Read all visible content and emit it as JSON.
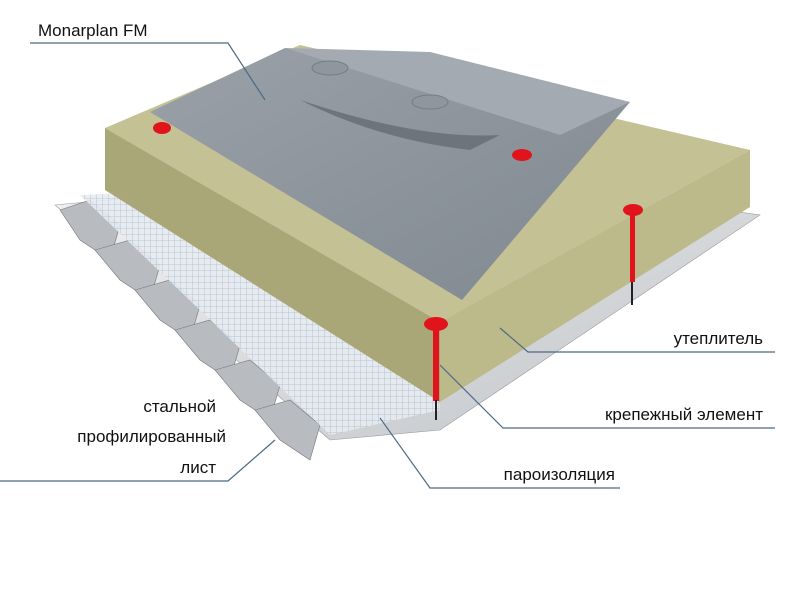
{
  "labels": {
    "membrane": "Monarplan FM",
    "insulation": "утеплитель",
    "fastener": "крепежный элемент",
    "vapour_barrier": "пароизоляция",
    "steel_line1": "стальной",
    "steel_line2": "профилированный",
    "steel_line3": "лист"
  },
  "colors": {
    "membrane": "#8e969e",
    "insulation": "#b9b68a",
    "fastener": "#e0141a",
    "leader_line": "#4d6a85",
    "steel": "#c9ccd0"
  }
}
